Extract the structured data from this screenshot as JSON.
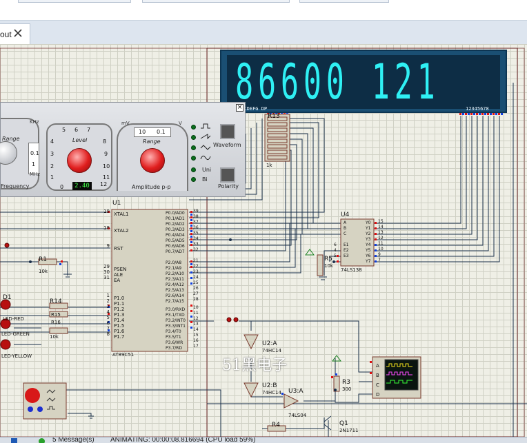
{
  "tab": {
    "label": "out"
  },
  "display": {
    "digits": "86600 121",
    "caption_left": "ABCDEFG DP",
    "caption_right": "12345678",
    "ref": "R13"
  },
  "generator": {
    "freq_range_label": "Range",
    "khz_label": "KHz",
    "mhz_label": "MHz",
    "frequency_label": "Frequency",
    "freq_scale": [
      "0.1",
      "1"
    ],
    "level_label": "Level",
    "level_scale": [
      "5",
      "6",
      "7",
      "4",
      "8",
      "3",
      "9",
      "2",
      "10",
      "1",
      "11",
      "0",
      "12"
    ],
    "level_value": "2.40",
    "mv_label": "mV",
    "v_label": "V",
    "amp_range_label": "Range",
    "amp_scale": [
      "10",
      "0.1"
    ],
    "amplitude_label": "Amplitude p-p",
    "waveform_label": "Waveform",
    "uni_label": "Uni",
    "bi_label": "Bi",
    "polarity_label": "Polarity"
  },
  "chips": {
    "u1": {
      "ref": "U1",
      "part": "AT89C51",
      "left_pins": [
        "XTAL1",
        "XTAL2",
        "RST",
        "PSEN",
        "ALE",
        "EA",
        "P1.0",
        "P1.1",
        "P1.2",
        "P1.3",
        "P1.4",
        "P1.5",
        "P1.6",
        "P1.7"
      ],
      "left_nums": [
        "19",
        "18",
        "9",
        "29",
        "30",
        "31",
        "1",
        "2",
        "3",
        "4",
        "5",
        "6",
        "7",
        "8"
      ],
      "right_pins": [
        "P0.0/AD0",
        "P0.1/AD1",
        "P0.2/AD2",
        "P0.3/AD3",
        "P0.4/AD4",
        "P0.5/AD5",
        "P0.6/AD6",
        "P0.7/AD7",
        "P2.0/A8",
        "P2.1/A9",
        "P2.2/A10",
        "P2.3/A11",
        "P2.4/A12",
        "P2.5/A13",
        "P2.6/A14",
        "P2.7/A15",
        "P3.0/RXD",
        "P3.1/TXD",
        "P3.2/INT0",
        "P3.3/INT1",
        "P3.4/T0",
        "P3.5/T1",
        "P3.6/WR",
        "P3.7/RD"
      ],
      "right_nums": [
        "39",
        "38",
        "37",
        "36",
        "35",
        "34",
        "33",
        "32",
        "21",
        "22",
        "23",
        "24",
        "25",
        "26",
        "27",
        "28",
        "10",
        "11",
        "12",
        "13",
        "14",
        "15",
        "16",
        "17"
      ]
    },
    "u4": {
      "ref": "U4",
      "part": "74LS138",
      "left_pins": [
        "A",
        "B",
        "C",
        "E1",
        "E2",
        "E3"
      ],
      "left_nums": [
        "1",
        "2",
        "3",
        "6",
        "4",
        "5"
      ],
      "right_pins": [
        "Y0",
        "Y1",
        "Y2",
        "Y3",
        "Y4",
        "Y5",
        "Y6",
        "Y7"
      ],
      "right_nums": [
        "15",
        "14",
        "13",
        "12",
        "11",
        "10",
        "9",
        "7"
      ]
    },
    "u2a": {
      "ref": "U2:A",
      "part": "74HC14"
    },
    "u2b": {
      "ref": "U2:B",
      "part": "74HC14"
    },
    "u3a": {
      "ref": "U3:A",
      "part": "74LS04"
    },
    "q1": {
      "ref": "Q1",
      "part": "2N1711"
    }
  },
  "components": {
    "r1": {
      "ref": "R1",
      "value": "10k"
    },
    "r14": {
      "ref": "R14"
    },
    "r15": {
      "ref": "R15"
    },
    "r16": {
      "ref": "R16",
      "value": "10k"
    },
    "r3": {
      "ref": "R3",
      "value": "300"
    },
    "r4": {
      "ref": "R4"
    },
    "r5": {
      "ref": "R5",
      "value": "10k"
    },
    "r13_value": "1k",
    "d1": {
      "ref": "D1",
      "label": "LED-RED"
    },
    "d2_label": "LED-GREEN",
    "d3_label": "LED-YELLOW"
  },
  "scope": {
    "channels": [
      "A",
      "B",
      "C",
      "D"
    ]
  },
  "watermark": "51黑电子",
  "status": {
    "messages": "5 Message(s)",
    "animating": "ANIMATING: 00:00:08.816694 (CPU load 59%)"
  },
  "colors": {
    "display_bg": "#1a4f73",
    "segment": "#2ff0f4",
    "wire": "#1a2f4a",
    "chip_fill": "#d6d3c2",
    "chip_border": "#7a3b2e",
    "pin_red": "#e01010",
    "pin_blue": "#1040e0"
  }
}
